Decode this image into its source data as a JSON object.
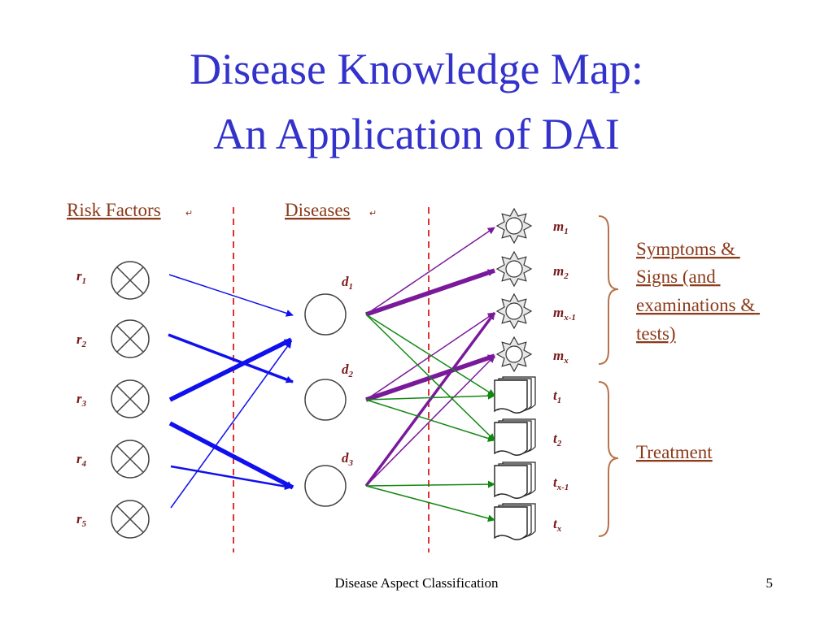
{
  "slide": {
    "title_line1": "Disease Knowledge Map:",
    "title_line2": "An Application of DAI",
    "footer": "Disease Aspect Classification",
    "page_number": "5"
  },
  "diagram": {
    "headers": {
      "risk_factors": "Risk Factors",
      "diseases": "Diseases"
    },
    "risk_factors": [
      {
        "id": "r1",
        "base": "r",
        "sub": "1"
      },
      {
        "id": "r2",
        "base": "r",
        "sub": "2"
      },
      {
        "id": "r3",
        "base": "r",
        "sub": "3"
      },
      {
        "id": "r4",
        "base": "r",
        "sub": "4"
      },
      {
        "id": "r5",
        "base": "r",
        "sub": "5"
      }
    ],
    "diseases": [
      {
        "id": "d1",
        "base": "d",
        "sub": "1"
      },
      {
        "id": "d2",
        "base": "d",
        "sub": "2"
      },
      {
        "id": "d3",
        "base": "d",
        "sub": "3"
      }
    ],
    "symptoms": [
      {
        "id": "m1",
        "base": "m",
        "sub": "1"
      },
      {
        "id": "m2",
        "base": "m",
        "sub": "2"
      },
      {
        "id": "mx1",
        "base": "m",
        "sub": "x-1"
      },
      {
        "id": "mx",
        "base": "m",
        "sub": "x"
      }
    ],
    "treatments": [
      {
        "id": "t1",
        "base": "t",
        "sub": "1"
      },
      {
        "id": "t2",
        "base": "t",
        "sub": "2"
      },
      {
        "id": "tx1",
        "base": "t",
        "sub": "x-1"
      },
      {
        "id": "tx",
        "base": "t",
        "sub": "x"
      }
    ],
    "group_labels": {
      "symptoms": [
        "Symptoms &",
        "Signs (and",
        "examinations &",
        "tests)"
      ],
      "treatment": [
        "Treatment"
      ]
    },
    "paragraph_mark": "↵",
    "colors": {
      "risk_edge": "#1010ee",
      "disease_symptom_edge": "#7a1a9a",
      "disease_treatment_edge": "#118811",
      "divider": "#dd3333",
      "brace": "#b8734a",
      "title": "#3333cc"
    },
    "edges": [
      {
        "from": "r1",
        "to": "d1",
        "weight": "thin"
      },
      {
        "from": "r2",
        "to": "d2",
        "weight": "thick"
      },
      {
        "from": "r3",
        "to": "d1",
        "weight": "heavy"
      },
      {
        "from": "r3b",
        "to": "d3",
        "weight": "heavy"
      },
      {
        "from": "r4",
        "to": "d3",
        "weight": "medium"
      },
      {
        "from": "r5",
        "to": "d1",
        "weight": "thin"
      },
      {
        "from": "d1",
        "to": "m1",
        "weight": "thin"
      },
      {
        "from": "d1",
        "to": "m2",
        "weight": "heavy"
      },
      {
        "from": "d2",
        "to": "mx1",
        "weight": "thin"
      },
      {
        "from": "d2",
        "to": "mx",
        "weight": "heavy"
      },
      {
        "from": "d3",
        "to": "mx1",
        "weight": "thick"
      },
      {
        "from": "d3",
        "to": "mx",
        "weight": "thin"
      },
      {
        "from": "d1",
        "to": "t1",
        "weight": "thin"
      },
      {
        "from": "d1",
        "to": "t2",
        "weight": "thin"
      },
      {
        "from": "d2",
        "to": "t1",
        "weight": "thin"
      },
      {
        "from": "d2",
        "to": "t2",
        "weight": "thin"
      },
      {
        "from": "d3",
        "to": "tx1",
        "weight": "thin"
      },
      {
        "from": "d3",
        "to": "tx",
        "weight": "thin"
      }
    ]
  }
}
